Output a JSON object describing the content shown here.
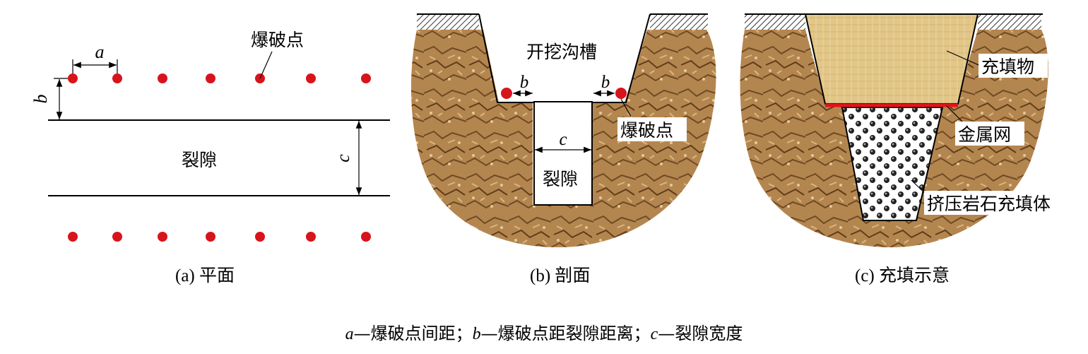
{
  "panel_a": {
    "caption": "(a)  平面",
    "label_blast": "爆破点",
    "label_crack": "裂隙",
    "dim_a": "a",
    "dim_b": "b",
    "dim_c": "c"
  },
  "panel_b": {
    "caption": "(b)  剖面",
    "label_trench": "开挖沟槽",
    "label_blast": "爆破点",
    "label_crack": "裂隙",
    "dim_b_left": "b",
    "dim_b_right": "b",
    "dim_c": "c"
  },
  "panel_c": {
    "caption": "(c)  充填示意",
    "label_fill": "充填物",
    "label_mesh": "金属网",
    "label_rock_fill": "挤压岩石充填体"
  },
  "legend": {
    "a_var": "a",
    "a_desc": "—爆破点间距；",
    "b_var": "b",
    "b_desc": "—爆破点距裂隙距离；",
    "c_var": "c",
    "c_desc": "—裂隙宽度"
  },
  "colors": {
    "blast_point": "#d7141c",
    "rock": "#b4864f",
    "fill_material": "#e2c687",
    "mesh": "#e0141c"
  }
}
